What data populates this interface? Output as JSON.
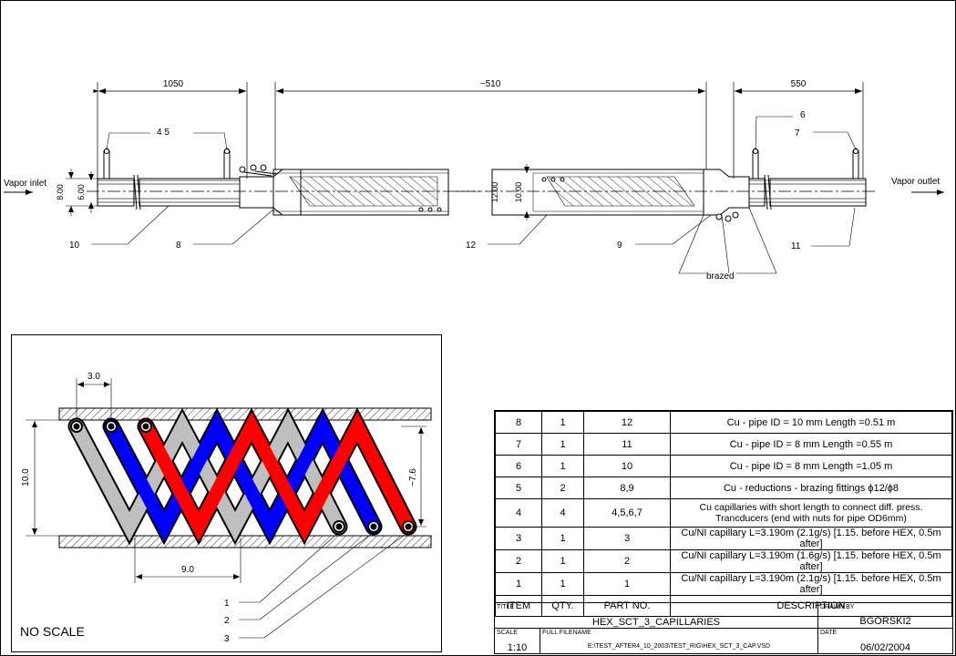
{
  "drawing": {
    "dims": {
      "d1050": "1050",
      "d510": "~510",
      "d550": "550",
      "d800": "8.00",
      "d600": "6.00",
      "d1200": "12.00",
      "d1000": "10.00"
    },
    "labels": {
      "vapor_inlet": "Vapor inlet",
      "vapor_outlet": "Vapor outlet",
      "brazed": "brazed"
    },
    "callouts": {
      "c45": "4  5",
      "c6": "6",
      "c7": "7",
      "c8": "8",
      "c9": "9",
      "c10": "10",
      "c11": "11",
      "c12": "12"
    }
  },
  "detail": {
    "dim_30": "3.0",
    "dim_100": "10.0",
    "dim_90": "9.0",
    "dim_76": "~7.6",
    "callouts": [
      "1",
      "2",
      "3"
    ],
    "no_scale": "NO SCALE",
    "colors": {
      "cap1": "#bfbfbf",
      "cap2": "#0000ff",
      "cap3": "#ff0000"
    }
  },
  "bom": {
    "rows": [
      {
        "item": "8",
        "qty": "1",
        "part": "12",
        "desc": "Cu - pipe ID = 10 mm Length =0.51 m"
      },
      {
        "item": "7",
        "qty": "1",
        "part": "11",
        "desc": "Cu - pipe ID = 8 mm Length =0.55 m"
      },
      {
        "item": "6",
        "qty": "1",
        "part": "10",
        "desc": "Cu - pipe ID = 8 mm Length =1.05 m"
      },
      {
        "item": "5",
        "qty": "2",
        "part": "8,9",
        "desc": "Cu - reductions - brazing fittings  ϕ12/ϕ8"
      },
      {
        "item": "4",
        "qty": "4",
        "part": "4,5,6,7",
        "desc": "Cu capillaries with short length to connect diff. press. Trancducers (end with nuts for pipe OD6mm)"
      },
      {
        "item": "3",
        "qty": "1",
        "part": "3",
        "desc": "Cu/NI capillary L=3.190m (2.1g/s) [1.15. before HEX, 0.5m after]"
      },
      {
        "item": "2",
        "qty": "1",
        "part": "2",
        "desc": "Cu/NI capillary L=3.190m (1.6g/s) [1.15. before HEX, 0.5m after]"
      },
      {
        "item": "1",
        "qty": "1",
        "part": "1",
        "desc": "Cu/NI capillary L=3.190m (2.1g/s) [1.15. before HEX, 0.5m after]"
      }
    ],
    "header": {
      "item": "ITEM",
      "qty": "QTY.",
      "part": "PART NO.",
      "desc": "DESCRIPTION"
    }
  },
  "title_block": {
    "title_label": "TITLE",
    "title": "HEX_SCT_3_CAPILLARIES",
    "drawn_label": "DRAWN BY",
    "drawn": "BGORSKI2",
    "scale_label": "SCALE",
    "scale": "1:10",
    "file_label": "FULL FILENAME",
    "file": "E:\\TEST_AFTER4_10_2003\\TEST_RIG\\HEX_SCT_3_CAP.VSD",
    "date_label": "DATE",
    "date": "06/02/2004"
  }
}
